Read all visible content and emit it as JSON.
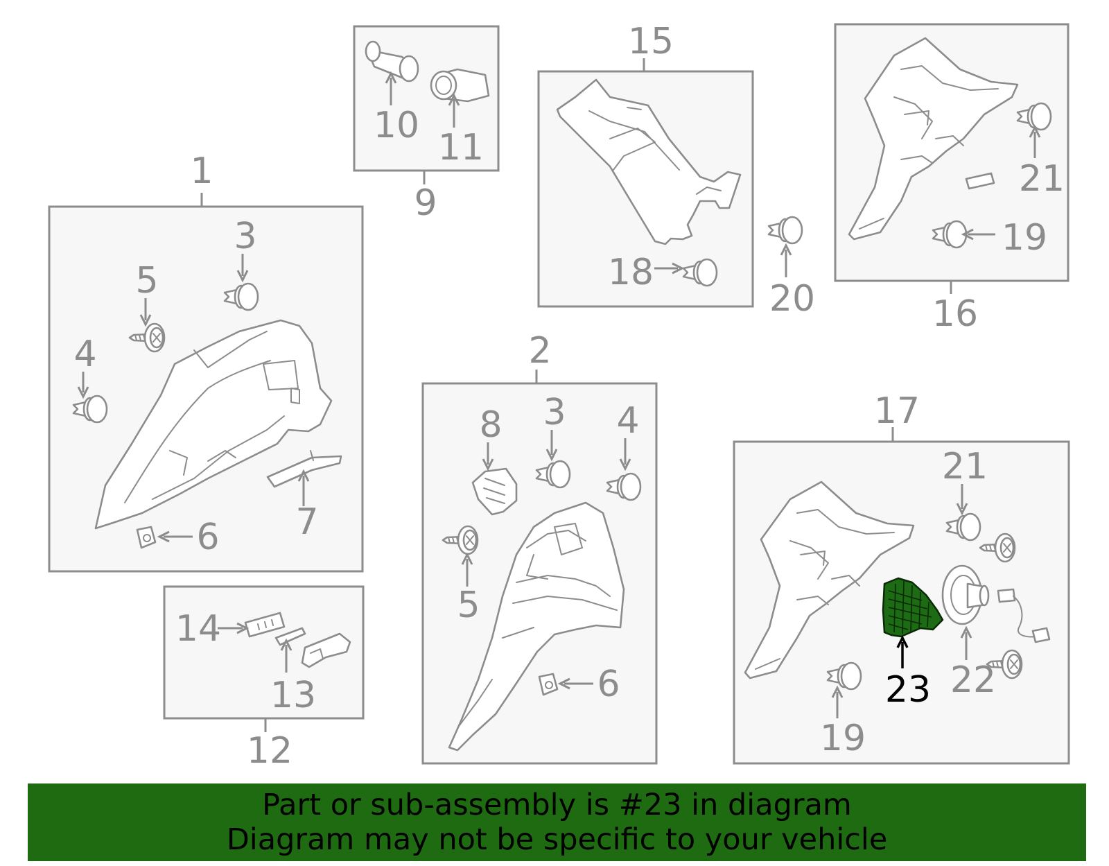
{
  "callouts": {
    "c1": "1",
    "c2": "2",
    "c3a": "3",
    "c3b": "3",
    "c4a": "4",
    "c4b": "4",
    "c5a": "5",
    "c5b": "5",
    "c6a": "6",
    "c6b": "6",
    "c7": "7",
    "c8": "8",
    "c9": "9",
    "c10": "10",
    "c11": "11",
    "c12": "12",
    "c13": "13",
    "c14": "14",
    "c15": "15",
    "c16": "16",
    "c17": "17",
    "c18": "18",
    "c19a": "19",
    "c19b": "19",
    "c20": "20",
    "c21a": "21",
    "c21b": "21",
    "c22": "22",
    "c23": "23"
  },
  "highlight": {
    "part_number": "23",
    "color": "#1e6b12"
  },
  "banner": {
    "line1": "Part or sub-assembly is #23 in diagram",
    "line2": "Diagram may not be specific to your vehicle"
  },
  "colors": {
    "line": "#8c8c8c",
    "box_fill": "#f7f7f7",
    "highlight": "#1e6b12",
    "text_highlight": "#000000"
  }
}
